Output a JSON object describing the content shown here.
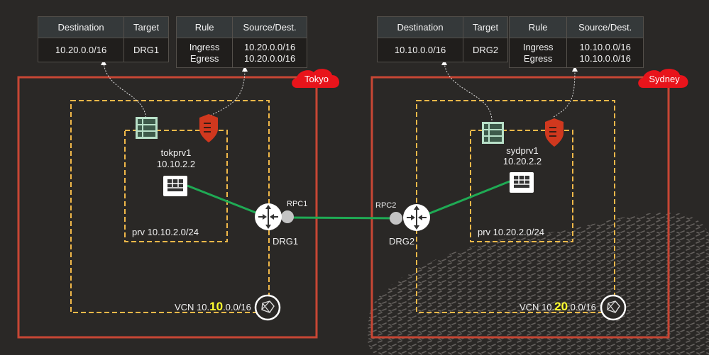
{
  "colors": {
    "background": "#2a2826",
    "region_border": "#c74634",
    "vcn_border": "#f0b849",
    "link_green": "#1faa54",
    "cloud_red": "#e8141b",
    "vcn_highlight": "#ffff2e",
    "route_table_icon": "#b8e0c8",
    "security_list_icon": "#d0381e"
  },
  "regions": [
    {
      "name": "Tokyo",
      "route_table": {
        "headers": [
          "Destination",
          "Target"
        ],
        "rows": [
          [
            "10.20.0.0/16",
            "DRG1"
          ]
        ]
      },
      "security_list": {
        "headers": [
          "Rule",
          "Source/Dest."
        ],
        "rules": [
          "Ingress",
          "Egress"
        ],
        "cidrs": [
          "10.20.0.0/16",
          "10.20.0.0/16"
        ]
      },
      "instance": {
        "name": "tokprv1",
        "ip": "10.10.2.2"
      },
      "subnet": {
        "label": "prv 10.10.2.0/24"
      },
      "drg": {
        "label": "DRG1",
        "rpc": "RPC1"
      },
      "vcn": {
        "prefix": "VCN 10.",
        "highlight": "10",
        "suffix": ".0.0/16"
      }
    },
    {
      "name": "Sydney",
      "route_table": {
        "headers": [
          "Destination",
          "Target"
        ],
        "rows": [
          [
            "10.10.0.0/16",
            "DRG2"
          ]
        ]
      },
      "security_list": {
        "headers": [
          "Rule",
          "Source/Dest."
        ],
        "rules": [
          "Ingress",
          "Egress"
        ],
        "cidrs": [
          "10.10.0.0/16",
          "10.10.0.0/16"
        ]
      },
      "instance": {
        "name": "sydprv1",
        "ip": "10.20.2.2"
      },
      "subnet": {
        "label": "prv 10.20.2.0/24"
      },
      "drg": {
        "label": "DRG2",
        "rpc": "RPC2"
      },
      "vcn": {
        "prefix": "VCN 10.",
        "highlight": "20",
        "suffix": ".0.0/16"
      }
    }
  ]
}
